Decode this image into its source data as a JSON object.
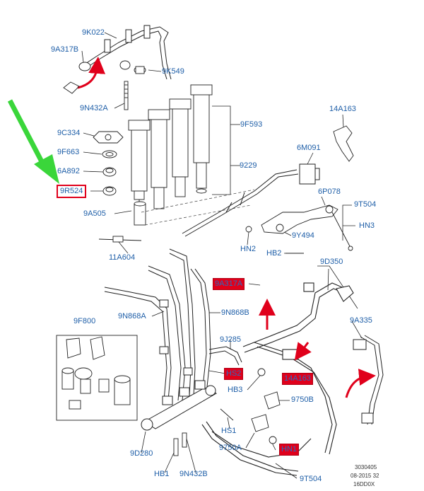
{
  "labels": {
    "9K022": "9K022",
    "9A317B": "9A317B",
    "9K549": "9K549",
    "9N432A": "9N432A",
    "14A163": "14A163",
    "9C334": "9C334",
    "9F593": "9F593",
    "9F663": "9F663",
    "6M091": "6M091",
    "6A892": "6A892",
    "9229": "9229",
    "9R524": "9R524",
    "6P078": "6P078",
    "9T504a": "9T504",
    "9A505": "9A505",
    "HN3": "HN3",
    "Y9494": "9Y494",
    "HN2": "HN2",
    "11A604": "11A604",
    "HB2": "HB2",
    "9D350": "9D350",
    "9A317A": "9A317A",
    "9N868A": "9N868A",
    "9N868B": "9N868B",
    "9F800": "9F800",
    "9A335": "9A335",
    "9J285": "9J285",
    "HS2": "HS2",
    "14A163b": "14A163",
    "HB3": "HB3",
    "9750B": "9750B",
    "HS1": "HS1",
    "9750A": "9750A",
    "HN1": "HN1",
    "9D280": "9D280",
    "HB1": "HB1",
    "9N432B": "9N432B",
    "9T504b": "9T504"
  },
  "footer": {
    "line1": "3030405",
    "line2": "08-2015 32",
    "line3": "16DD0X"
  },
  "colors": {
    "label": "#1f5fa8",
    "highlight": "#e0001b",
    "arrow_red": "#e0001b",
    "arrow_green": "#3ad63a",
    "line": "#222222"
  }
}
